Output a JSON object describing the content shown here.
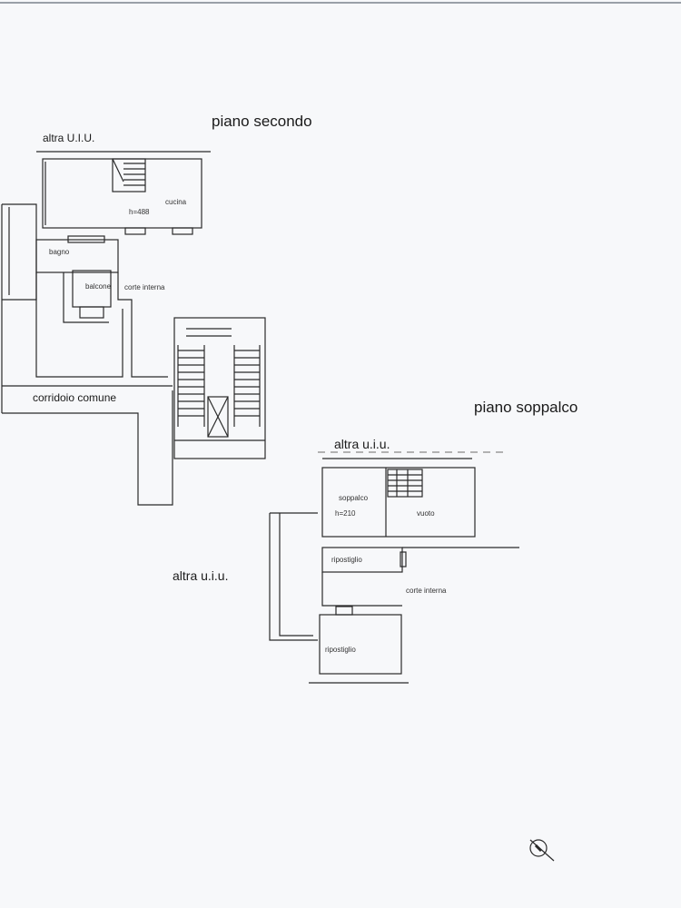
{
  "plan": {
    "upper_title": "piano secondo",
    "upper_neighbor": "altra U.I.U.",
    "room_cucina": "cucina",
    "height_upper": "h=488",
    "room_bagno": "bagno",
    "room_balcone": "balcone",
    "corte_upper": "corte interna",
    "corridoio": "corridoio comune",
    "lower_title": "piano soppalco",
    "lower_neighbor_top": "altra u.i.u.",
    "lower_neighbor_left": "altra u.i.u.",
    "room_soppalco": "soppalco",
    "height_lower": "h=210",
    "room_vuoto": "vuoto",
    "ripostiglio_1": "ripostiglio",
    "corte_lower": "corte interna",
    "ripostiglio_2": "ripostiglio"
  },
  "icons": {
    "north": "north-arrow-icon"
  }
}
